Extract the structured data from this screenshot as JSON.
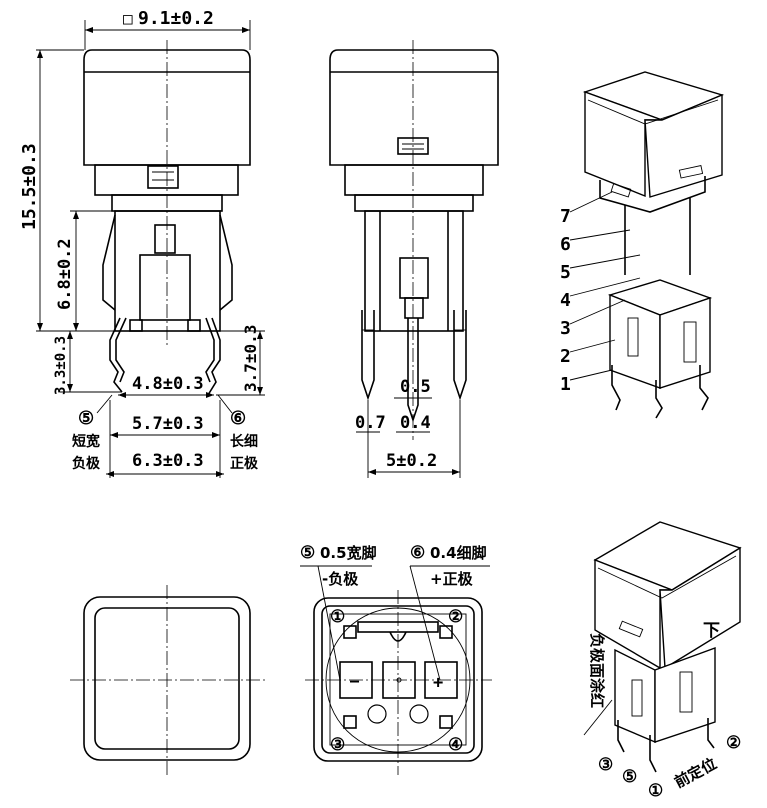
{
  "front_view": {
    "width_dim": "9.1±0.2",
    "width_symbol": "□",
    "height_total": "15.5±0.3",
    "height_body": "6.8±0.2",
    "pin_short_len": "3.3±0.3",
    "pin_long_len": "3.7±0.3",
    "pitch_a": "4.8±0.3",
    "pitch_b": "5.7±0.3",
    "pitch_c": "6.3±0.3",
    "pin5_marker": "⑤",
    "pin5_text1": "短宽",
    "pin5_text2": "负极",
    "pin6_marker": "⑥",
    "pin6_text1": "长细",
    "pin6_text2": "正极"
  },
  "side_view": {
    "pin_wide": "0.5",
    "pin_left": "0.7",
    "pin_thin": "0.4",
    "span": "5±0.2"
  },
  "iso_view": {
    "parts": [
      "7",
      "6",
      "5",
      "4",
      "3",
      "2",
      "1"
    ]
  },
  "bottom_view": {
    "note5_marker": "⑤",
    "note5_text": "0.5宽脚",
    "note5_sub": "-负极",
    "note6_marker": "⑥",
    "note6_text": "0.4细脚",
    "note6_sub": "+正极",
    "pin1": "①",
    "pin2": "②",
    "pin3": "③",
    "pin4": "④",
    "minus": "—",
    "plus": "+"
  },
  "iso_view2": {
    "down_label": "下",
    "side_note": "负极面涂红",
    "pin3": "③",
    "pin5": "⑤",
    "pin1": "①",
    "pin2": "②",
    "front_locate": "前定位"
  }
}
